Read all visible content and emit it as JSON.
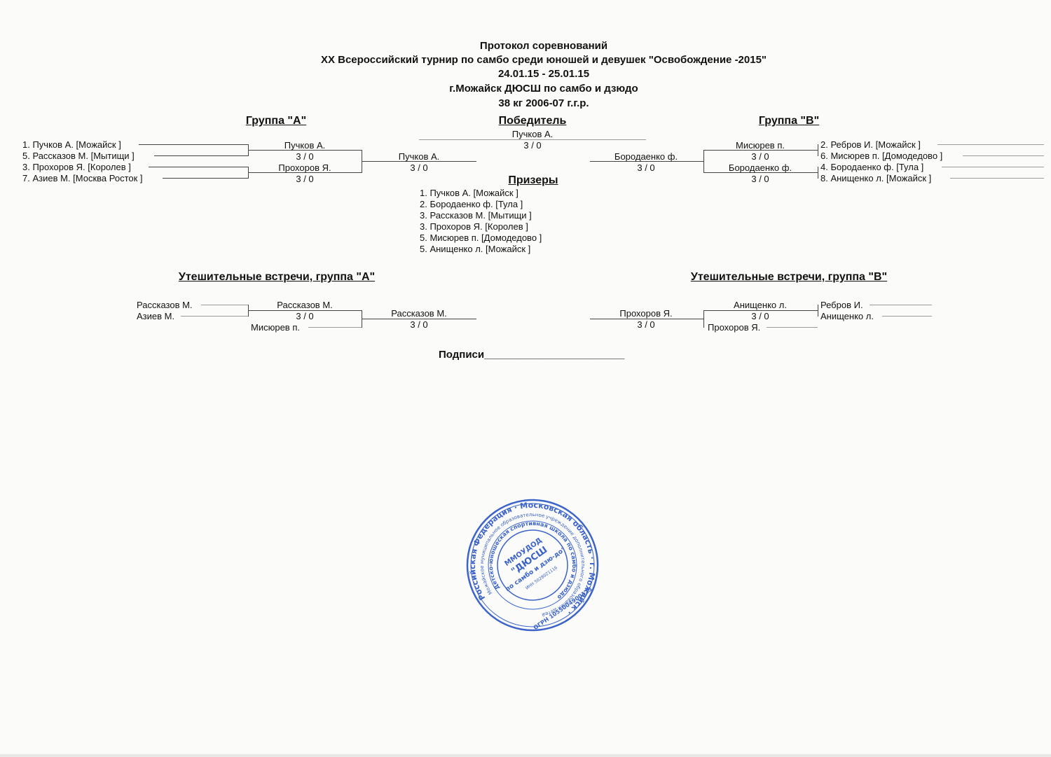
{
  "header": {
    "line1": "Протокол соревнований",
    "line2": "XX Всероссийский турнир по самбо среди юношей и девушек \"Освобождение -2015\"",
    "line3": "24.01.15 - 25.01.15",
    "line4": "г.Можайск ДЮСШ по самбо и дзюдо",
    "line5": "38 кг 2006-07 г.г.р."
  },
  "groups": {
    "a_title": "Группа  \"А\"",
    "b_title": "Группа  \"В\"",
    "winner_title": "Победитель"
  },
  "group_a": {
    "entries": [
      "1. Пучков А.  [Можайск  ]",
      "5. Рассказов М.  [Мытищи  ]",
      "3. Прохоров Я.  [Королев  ]",
      "7. Азиев М.  [Москва Росток  ]"
    ],
    "semi1_name": "Пучков А.",
    "semi1_score": "3  /  0",
    "semi2_name": "Прохоров Я.",
    "semi2_score": "3  /  0",
    "final_name": "Пучков А.",
    "final_score": "3  /  0"
  },
  "group_b": {
    "entries": [
      "2. Ребров И.  [Можайск  ]",
      "6. Мисюрев п.  [Домодедово  ]",
      "4. Бородаенко ф.  [Тула  ]",
      "8. Анищенко л.  [Можайск  ]"
    ],
    "semi1_name": "Мисюрев п.",
    "semi1_score": "3  /  0",
    "semi2_name": "Бородаенко ф.",
    "semi2_score": "3  /  0",
    "final_name": "Бородаенко ф.",
    "final_score": "3  /  0"
  },
  "winner": {
    "name": "Пучков А.",
    "score": "3  /  0"
  },
  "prizers": {
    "title": "Призеры",
    "items": [
      "1. Пучков А.    [Можайск   ]",
      "2. Бородаенко ф.    [Тула   ]",
      "3. Рассказов М.    [Мытищи   ]",
      "3. Прохоров Я.    [Королев   ]",
      "5. Мисюрев п.    [Домодедово   ]",
      "5. Анищенко л.    [Можайск   ]"
    ]
  },
  "consolation_a": {
    "title": "Утешительные встречи, группа \"А\"",
    "p1": "Рассказов М.",
    "p2": "Азиев М.",
    "r1_name": "Рассказов М.",
    "r1_score": "3  /  0",
    "r1_opponent": "Мисюрев п.",
    "final_name": "Рассказов М.",
    "final_score": "3  /  0"
  },
  "consolation_b": {
    "title": "Утешительные встречи, группа \"В\"",
    "p1": "Ребров И.",
    "p2": "Анищенко л.",
    "r1_name": "Анищенко л.",
    "r1_score": "3  /  0",
    "r1_opponent": "Прохоров Я.",
    "final_name": "Прохоров Я.",
    "final_score": "3  /  0"
  },
  "signatures": {
    "label": "Подписи",
    "line": "________________________"
  },
  "stamp": {
    "outer_text": "Российская Федерация · Московская область · г. Можайск ·",
    "middle_text": "Можайское муниципальное образовательное учреждение дополнительного образования детей",
    "inner_text": "Детско-юношеская спортивная школа по самбо и дзюдо",
    "center1": "ММОУДОД",
    "center2": "\"ДЮСШ",
    "center3": "по самбо и дзю-до\"",
    "inn": "ИНН 5028021116",
    "ogrn": "ОГРН 1055004900125",
    "color": "#3b63c9"
  }
}
